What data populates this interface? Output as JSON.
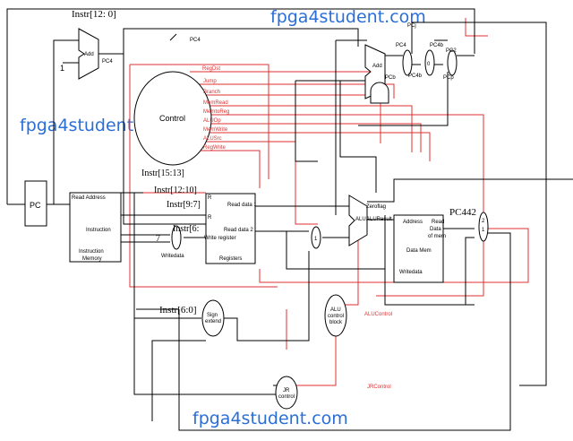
{
  "watermarks": {
    "top": "fpga4student.com",
    "left": "fpga4student.com",
    "bottom": "fpga4student.com"
  },
  "instr_labels": {
    "i12_0": "Instr[12: 0]",
    "i15_13": "Instr[15:13]",
    "i12_10": "Instr[12:10]",
    "i9_7": "Instr[9:7]",
    "i6": "Instr[6:",
    "i6_0": "Instr[6:0]"
  },
  "blocks": {
    "pc": "PC",
    "control": "Control",
    "im_read_address": "Read Address",
    "im_instruction": "Instruction",
    "im_memory_1": "Instruction",
    "im_memory_2": "Memory",
    "rf_read_data_1": "Read data 1",
    "rf_read_data_2": "Read data 2",
    "rf_write_register": "Write register",
    "rf_registers": "Registers",
    "rf_write_data": "Writedata",
    "rf_port_1": "R",
    "rf_port_2": "R",
    "alu": "ALU",
    "alu_result": "ALUResult",
    "zero_flag": "Zeroflag",
    "dm_address": "Address",
    "dm_read_1": "Read",
    "dm_read_2": "Data",
    "dm_read_3": "of mem",
    "dm_name": "Data Mem",
    "dm_write_data": "Writedata",
    "sign_extend_1": "Sign",
    "sign_extend_2": "extend",
    "alu_control_1": "ALU",
    "alu_control_2": "control",
    "alu_control_3": "block",
    "jr_control_1": "JR",
    "jr_control_2": "control",
    "pc_adder": "Add",
    "branch_adder": "Add"
  },
  "control_signals": [
    "RegDst",
    "Jump",
    "Branch",
    "MemRead",
    "MemtoReg",
    "ALUOp",
    "MemWrite",
    "ALUSrc",
    "RegWrite"
  ],
  "wire_labels": {
    "pc4_left": "PC4",
    "pc4_top": "PC4",
    "pc4_right": "PC4",
    "pc4b_top": "PC4b",
    "pc4b_mid": "PC4b",
    "pcb": "PCb",
    "pcj": "PCj",
    "pc2": "PC2",
    "pcp": "PCp",
    "pc442": "PC442",
    "const_one": "1",
    "const_seven": "7",
    "alu_control_sig": "ALUControl",
    "jr_control_sig": "JRControl"
  },
  "mux_labels": {
    "wb_mux_top": "2",
    "wb_mux_mid": "1",
    "pc_mux_bit": "0",
    "mux_one": "1"
  }
}
